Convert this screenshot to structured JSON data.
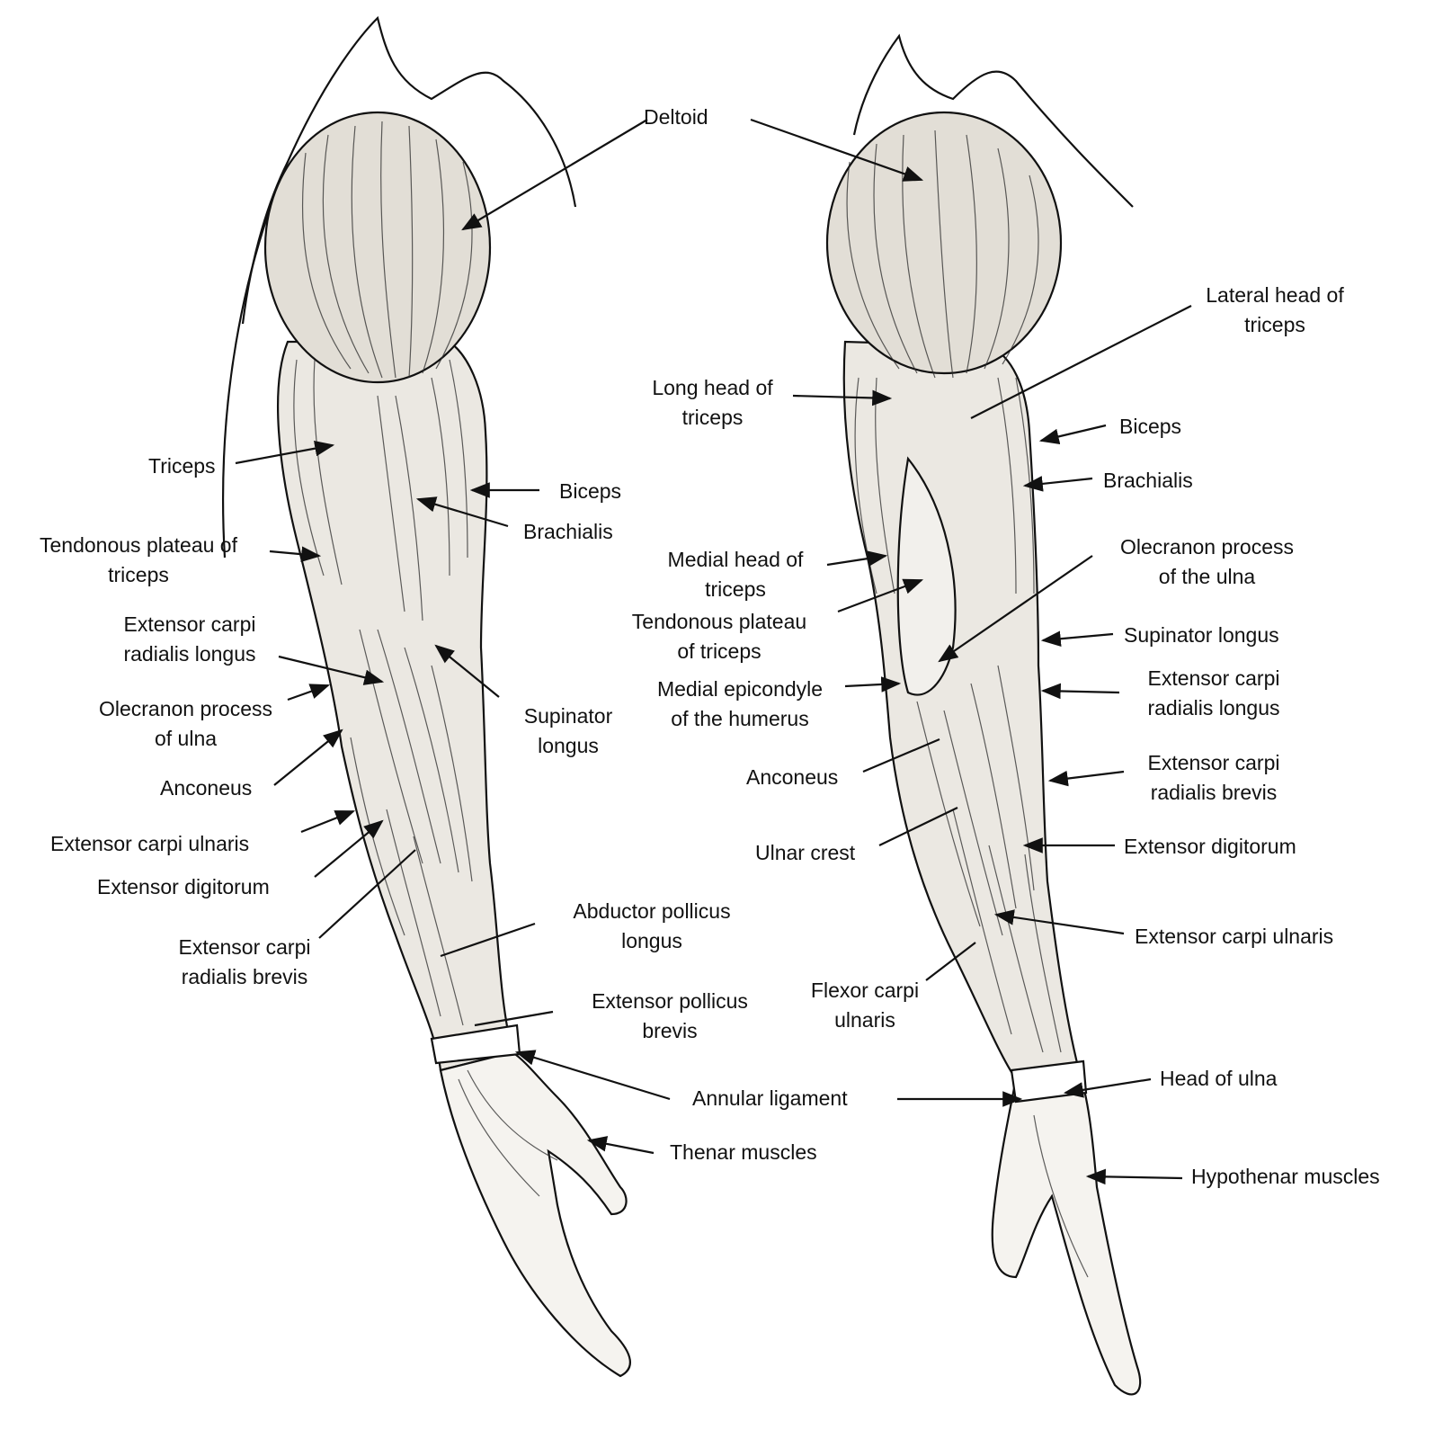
{
  "colors": {
    "ink": "#111111",
    "paper": "#ffffff",
    "muscle": "#e9e6e0",
    "hatch": "#2a2a2a"
  },
  "labels": {
    "deltoid": [
      "Deltoid"
    ],
    "left_triceps": [
      "Triceps"
    ],
    "left_biceps": [
      "Biceps"
    ],
    "left_brachialis": [
      "Brachialis"
    ],
    "left_tendonous_plateau": [
      "Tendonous plateau of",
      "triceps"
    ],
    "left_ecrl": [
      "Extensor carpi",
      "radialis longus"
    ],
    "left_olecranon": [
      "Olecranon process",
      "of ulna"
    ],
    "left_supinator": [
      "Supinator",
      "longus"
    ],
    "left_anconeus": [
      "Anconeus"
    ],
    "left_ecu": [
      "Extensor carpi ulnaris"
    ],
    "left_ed": [
      "Extensor digitorum"
    ],
    "left_ecrb": [
      "Extensor carpi",
      "radialis brevis"
    ],
    "abductor_pollicus": [
      "Abductor pollicus",
      "longus"
    ],
    "extensor_pollicus": [
      "Extensor pollicus",
      "brevis"
    ],
    "annular_ligament": [
      "Annular ligament"
    ],
    "thenar": [
      "Thenar muscles"
    ],
    "right_long_head": [
      "Long head of",
      "triceps"
    ],
    "right_lateral_head": [
      "Lateral head of",
      "triceps"
    ],
    "right_biceps": [
      "Biceps"
    ],
    "right_brachialis": [
      "Brachialis"
    ],
    "right_medial_head": [
      "Medial head of",
      "triceps"
    ],
    "right_tendonous_plateau": [
      "Tendonous plateau",
      "of triceps"
    ],
    "right_olecranon": [
      "Olecranon process",
      "of the ulna"
    ],
    "right_supinator": [
      "Supinator longus"
    ],
    "right_medial_epicondyle": [
      "Medial epicondyle",
      "of the humerus"
    ],
    "right_ecrl": [
      "Extensor carpi",
      "radialis longus"
    ],
    "right_anconeus": [
      "Anconeus"
    ],
    "right_ecrb": [
      "Extensor carpi",
      "radialis brevis"
    ],
    "right_ulnar_crest": [
      "Ulnar crest"
    ],
    "right_ed": [
      "Extensor digitorum"
    ],
    "right_ecu": [
      "Extensor carpi ulnaris"
    ],
    "right_fcu": [
      "Flexor carpi",
      "ulnaris"
    ],
    "right_head_ulna": [
      "Head of ulna"
    ],
    "right_hypothenar": [
      "Hypothenar muscles"
    ]
  }
}
